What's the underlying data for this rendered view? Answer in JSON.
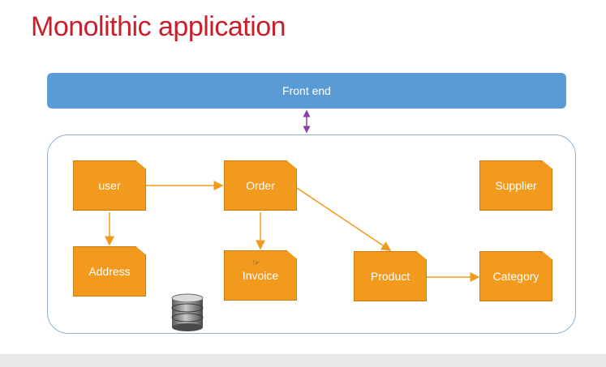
{
  "title": "Monolithic application",
  "frontend_label": "Front end",
  "colors": {
    "title": "#c8202a",
    "frontend_bg": "#5b9bd5",
    "node_fill": "#f29a1e",
    "container_border": "#8fb0d4",
    "edge": "#f29a1e",
    "link_arrow": "#8b3fa8"
  },
  "nodes": {
    "user": "user",
    "order": "Order",
    "supplier": "Supplier",
    "address": "Address",
    "invoice": "Invoice",
    "product": "Product",
    "category": "Category"
  },
  "edges": [
    {
      "from": "user",
      "to": "order"
    },
    {
      "from": "user",
      "to": "address"
    },
    {
      "from": "order",
      "to": "invoice"
    },
    {
      "from": "order",
      "to": "product"
    },
    {
      "from": "product",
      "to": "category"
    }
  ],
  "icons": {
    "database": "database-icon",
    "cursor": "mouse-cursor-icon"
  }
}
